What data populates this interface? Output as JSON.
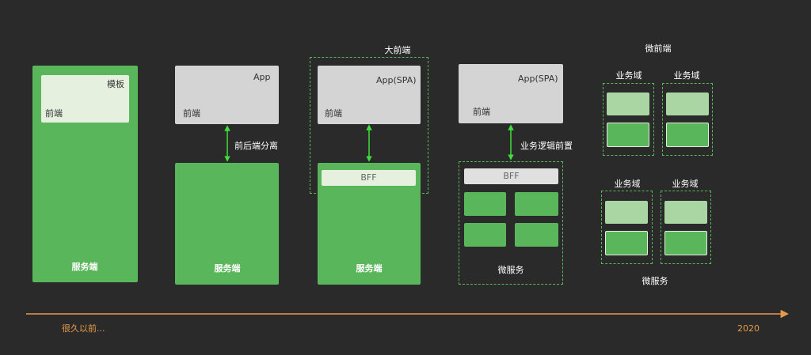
{
  "stage1": {
    "template": "模板",
    "frontend": "前端",
    "server": "服务端"
  },
  "stage2": {
    "app": "App",
    "frontend": "前端",
    "separation": "前后端分离",
    "server": "服务端"
  },
  "stage3": {
    "title": "大前端",
    "app": "App(SPA)",
    "frontend": "前端",
    "bff": "BFF",
    "server": "服务端"
  },
  "stage4": {
    "app": "App(SPA)",
    "frontend": "前端",
    "logic_forward": "业务逻辑前置",
    "bff": "BFF",
    "microservice": "微服务"
  },
  "stage5": {
    "title": "微前端",
    "domain_label": "业务域",
    "domains": [
      {
        "label": "业务域"
      },
      {
        "label": "业务域"
      },
      {
        "label": "业务域"
      },
      {
        "label": "业务域"
      }
    ],
    "microservice": "微服务"
  },
  "timeline": {
    "start": "很久以前...",
    "end": "2020"
  },
  "colors": {
    "background": "#2a2a2a",
    "green": "#59b65a",
    "light_green": "#a9d6a2",
    "gray_box": "#d4d4d4",
    "arrow": "#3fe03a",
    "timeline": "#e79a4a"
  }
}
